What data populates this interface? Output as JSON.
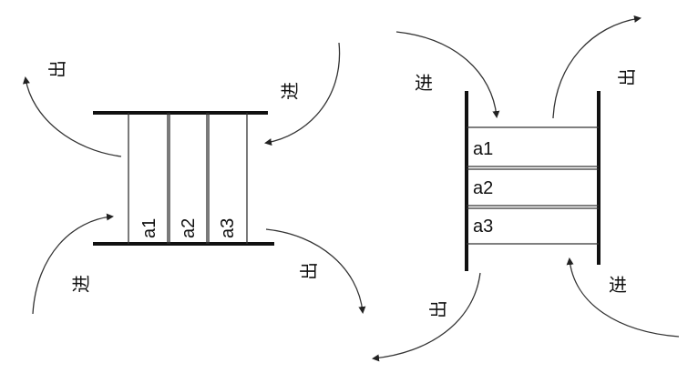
{
  "left_diagram": {
    "cells": [
      "a1",
      "a2",
      "a3"
    ],
    "labels": {
      "out_top": "出",
      "in_top": "进",
      "in_bottom": "进",
      "out_bottom": "出"
    }
  },
  "right_diagram": {
    "cells": [
      "a1",
      "a2",
      "a3"
    ],
    "labels": {
      "in_top": "进",
      "out_top": "出",
      "out_bottom": "出",
      "in_bottom": "进"
    }
  }
}
